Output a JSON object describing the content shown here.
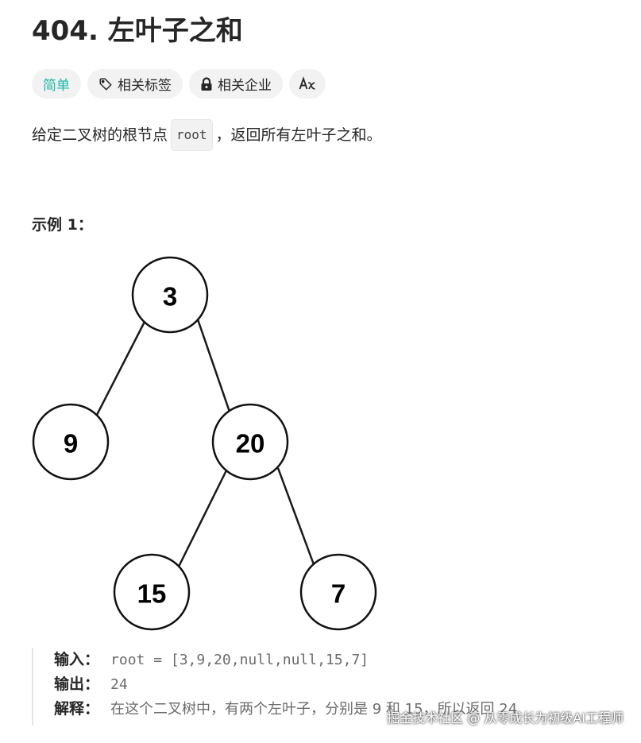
{
  "problem": {
    "title": "404. 左叶子之和",
    "description_before": "给定二叉树的根节点",
    "description_code": "root",
    "description_after": "，返回所有左叶子之和。"
  },
  "tags": {
    "difficulty": "简单",
    "topics": "相关标签",
    "companies": "相关企业",
    "translate_icon": "translate-icon"
  },
  "colors": {
    "difficulty_easy": "#1fb7a5",
    "tag_background": "#f2f2f3",
    "text_primary": "#262626",
    "text_secondary": "#6b6b6b"
  },
  "example": {
    "title": "示例 1：",
    "tree_nodes": [
      "3",
      "9",
      "20",
      "15",
      "7"
    ],
    "input_label": "输入：",
    "input_value": "root = [3,9,20,null,null,15,7]",
    "output_label": "输出：",
    "output_value": "24",
    "explanation_label": "解释：",
    "explanation_value": "在这个二叉树中，有两个左叶子，分别是 9 和 15，所以返回 24"
  },
  "watermark": "掘金技术社区 @ 从零成长为初级AI工程师"
}
